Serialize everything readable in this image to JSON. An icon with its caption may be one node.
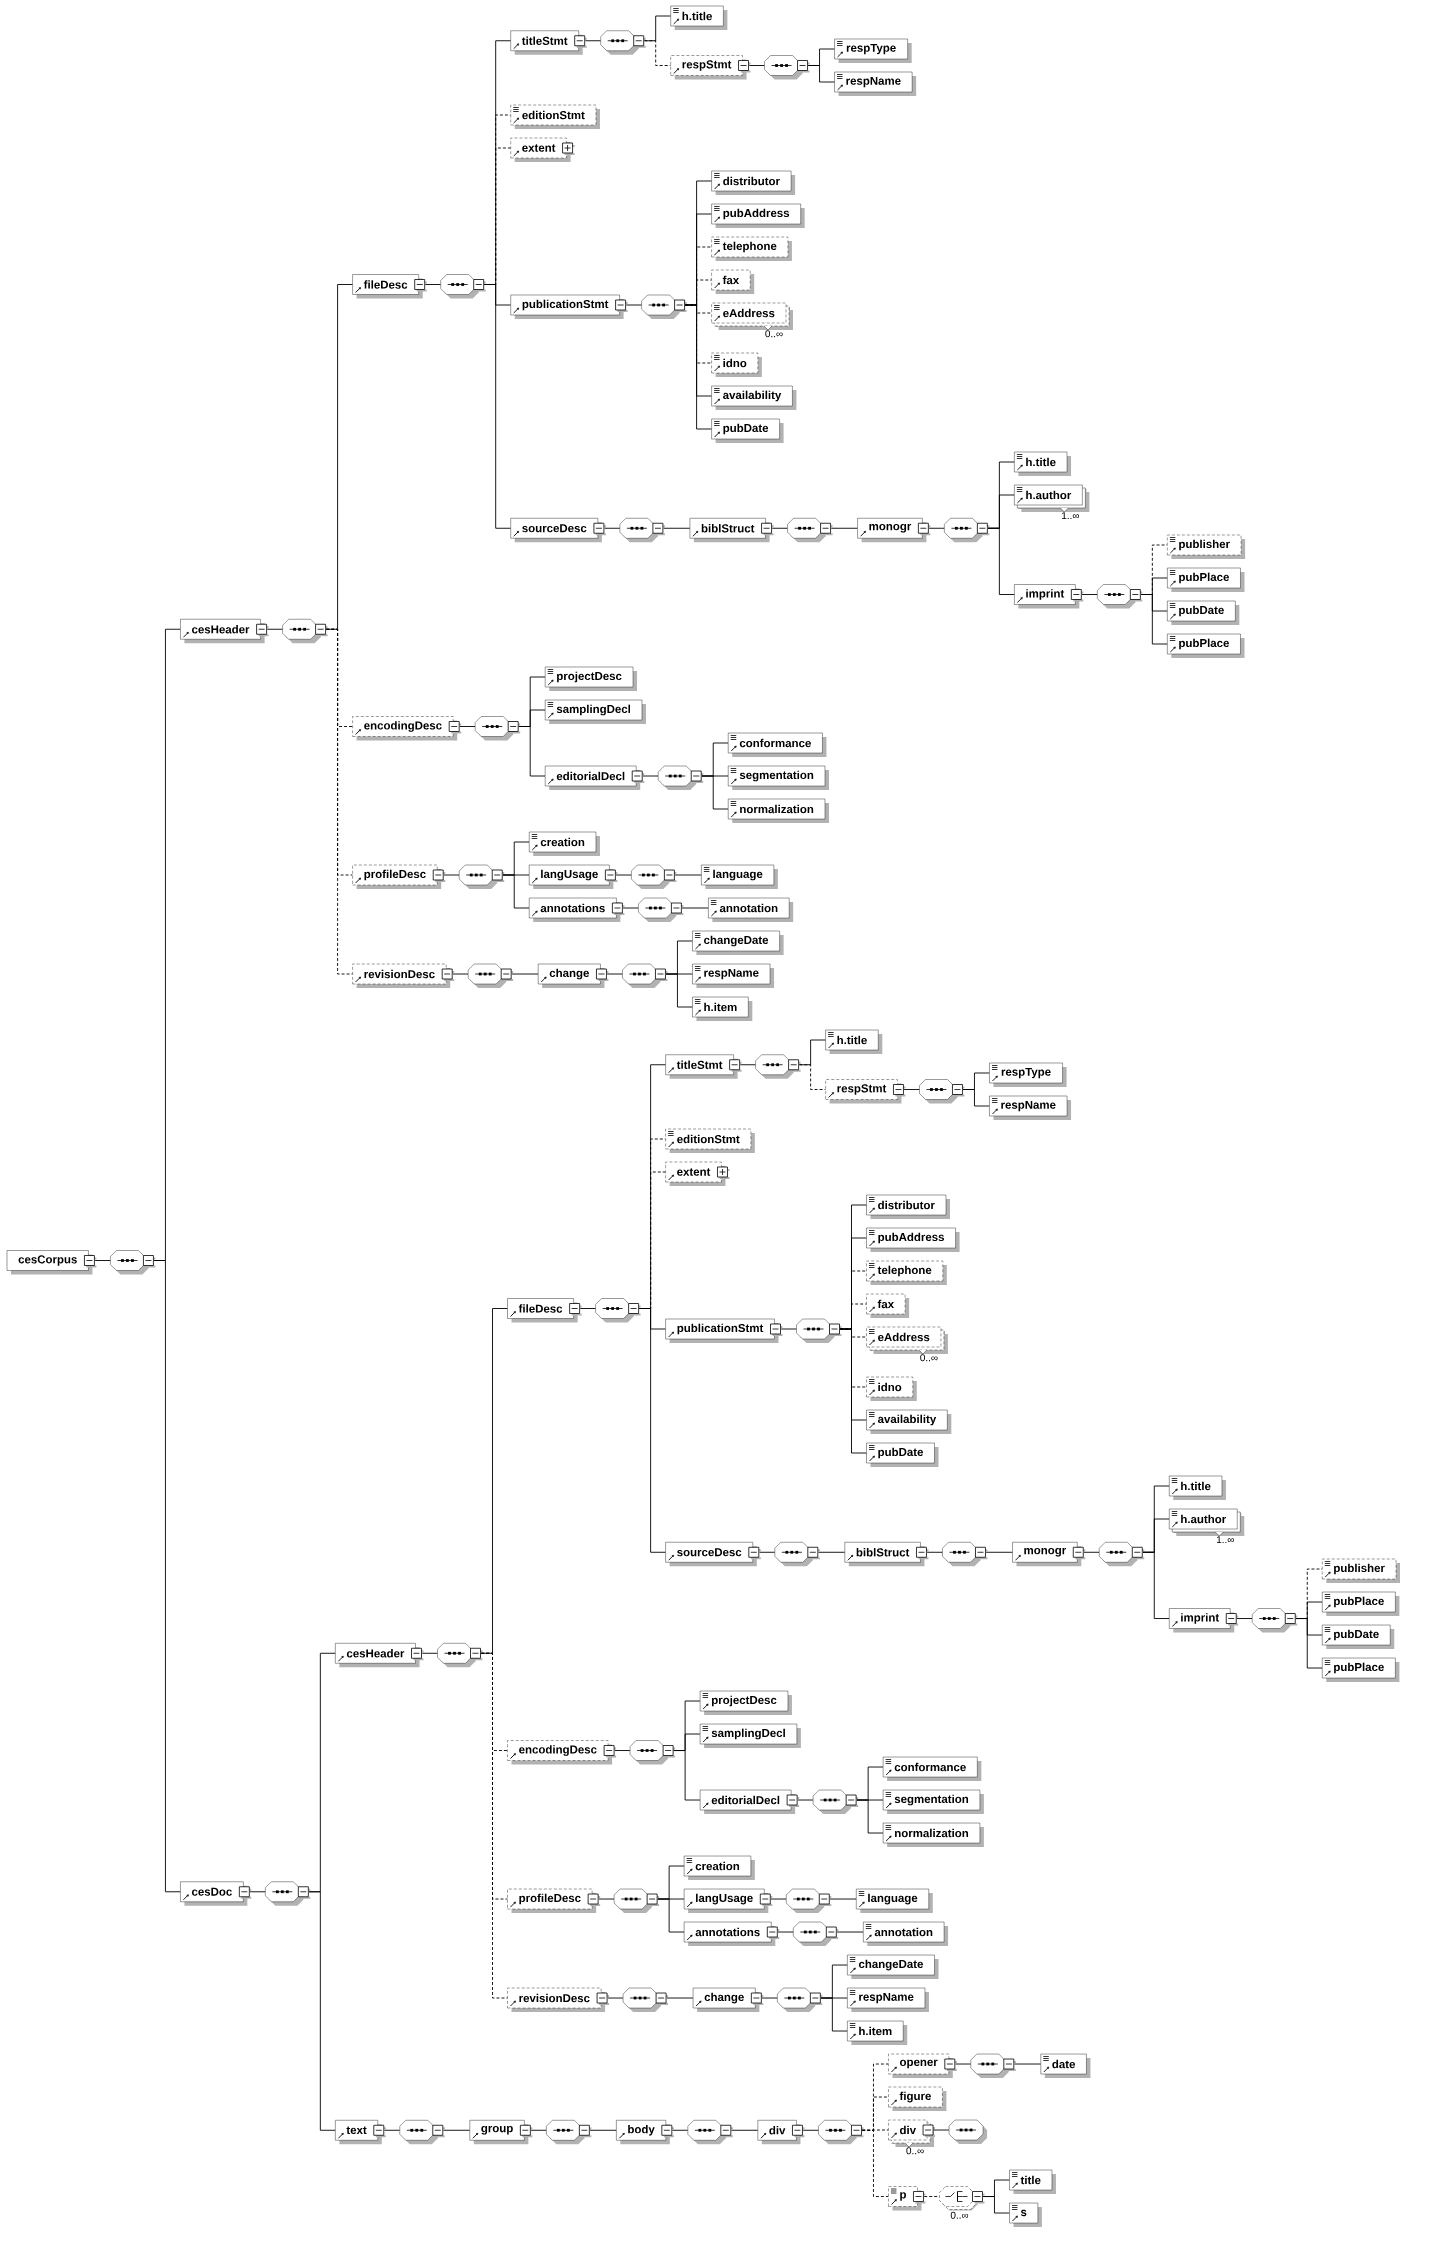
{
  "diagram": {
    "nodes": [
      {
        "text": [
          "cesCorpus"
        ]
      },
      {
        "text": [],
        "shape": "octagon"
      },
      {
        "text": [
          "cesHeader"
        ]
      },
      {
        "text": [],
        "shape": "octagon"
      },
      {
        "text": [
          "fileDesc"
        ]
      },
      {
        "text": [],
        "shape": "octagon"
      },
      {
        "text": [
          "titleStmt"
        ]
      },
      {
        "text": [],
        "shape": "octagon"
      },
      {
        "text": [
          "h.title"
        ]
      },
      {
        "text": [
          "respStmt"
        ]
      },
      {
        "text": [],
        "shape": "octagon"
      },
      {
        "text": [
          "respType"
        ]
      },
      {
        "text": [
          "respName"
        ]
      },
      {
        "text": [
          "editionStmt"
        ]
      },
      {
        "text": [
          "extent"
        ]
      },
      {
        "text": [
          "publicationStmt"
        ]
      },
      {
        "text": [],
        "shape": "octagon"
      },
      {
        "text": [
          "distributor"
        ]
      },
      {
        "text": [
          "pubAddress"
        ]
      },
      {
        "text": [
          "telephone"
        ]
      },
      {
        "text": [
          "fax"
        ]
      },
      {
        "text": [
          "eAddress"
        ],
        "beside": [
          "0..∞"
        ]
      },
      {
        "text": [
          "idno"
        ]
      },
      {
        "text": [
          "availability"
        ]
      },
      {
        "text": [
          "pubDate"
        ]
      },
      {
        "text": [
          "sourceDesc"
        ]
      },
      {
        "text": [],
        "shape": "octagon"
      },
      {
        "text": [
          "biblStruct"
        ]
      },
      {
        "text": [],
        "shape": "octagon"
      },
      {
        "text": [
          "monogr"
        ]
      },
      {
        "text": [],
        "shape": "octagon"
      },
      {
        "text": [
          "h.title"
        ]
      },
      {
        "text": [
          "h.author"
        ],
        "beside": [
          "1..∞"
        ]
      },
      {
        "text": [
          "imprint"
        ]
      },
      {
        "text": [],
        "shape": "octagon"
      },
      {
        "text": [
          "publisher"
        ]
      },
      {
        "text": [
          "pubPlace"
        ]
      },
      {
        "text": [
          "pubDate"
        ]
      },
      {
        "text": [
          "pubPlace"
        ]
      },
      {
        "text": [
          "encodingDesc"
        ]
      },
      {
        "text": [],
        "shape": "octagon"
      },
      {
        "text": [
          "projectDesc"
        ]
      },
      {
        "text": [
          "samplingDecl"
        ]
      },
      {
        "text": [
          "editorialDecl"
        ]
      },
      {
        "text": [],
        "shape": "octagon"
      },
      {
        "text": [
          "conformance"
        ]
      },
      {
        "text": [
          "segmentation"
        ]
      },
      {
        "text": [
          "normalization"
        ]
      },
      {
        "text": [
          "profileDesc"
        ]
      },
      {
        "text": [],
        "shape": "octagon"
      },
      {
        "text": [
          "creation"
        ]
      },
      {
        "text": [
          "langUsage"
        ]
      },
      {
        "text": [],
        "shape": "octagon"
      },
      {
        "text": [
          "language"
        ]
      },
      {
        "text": [
          "annotations"
        ]
      },
      {
        "text": [],
        "shape": "octagon"
      },
      {
        "text": [
          "annotation"
        ]
      },
      {
        "text": [
          "revisionDesc"
        ]
      },
      {
        "text": [],
        "shape": "octagon"
      },
      {
        "text": [
          "change"
        ]
      },
      {
        "text": [],
        "shape": "octagon"
      },
      {
        "text": [
          "changeDate"
        ]
      },
      {
        "text": [
          "respName"
        ]
      },
      {
        "text": [
          "h.item"
        ]
      },
      {
        "text": [
          "cesDoc"
        ]
      },
      {
        "text": [],
        "shape": "octagon"
      },
      {
        "text": [
          "cesHeader"
        ]
      },
      {
        "text": [],
        "shape": "octagon"
      },
      {
        "text": [
          "fileDesc"
        ]
      },
      {
        "text": [],
        "shape": "octagon"
      },
      {
        "text": [
          "titleStmt"
        ]
      },
      {
        "text": [],
        "shape": "octagon"
      },
      {
        "text": [
          "h.title"
        ]
      },
      {
        "text": [
          "respStmt"
        ]
      },
      {
        "text": [],
        "shape": "octagon"
      },
      {
        "text": [
          "respType"
        ]
      },
      {
        "text": [
          "respName"
        ]
      },
      {
        "text": [
          "editionStmt"
        ]
      },
      {
        "text": [
          "extent"
        ]
      },
      {
        "text": [
          "publicationStmt"
        ]
      },
      {
        "text": [],
        "shape": "octagon"
      },
      {
        "text": [
          "distributor"
        ]
      },
      {
        "text": [
          "pubAddress"
        ]
      },
      {
        "text": [
          "telephone"
        ]
      },
      {
        "text": [
          "fax"
        ]
      },
      {
        "text": [
          "eAddress"
        ],
        "beside": [
          "0..∞"
        ]
      },
      {
        "text": [
          "idno"
        ]
      },
      {
        "text": [
          "availability"
        ]
      },
      {
        "text": [
          "pubDate"
        ]
      },
      {
        "text": [
          "sourceDesc"
        ]
      },
      {
        "text": [],
        "shape": "octagon"
      },
      {
        "text": [
          "biblStruct"
        ]
      },
      {
        "text": [],
        "shape": "octagon"
      },
      {
        "text": [
          "monogr"
        ]
      },
      {
        "text": [],
        "shape": "octagon"
      },
      {
        "text": [
          "h.title"
        ]
      },
      {
        "text": [
          "h.author"
        ],
        "beside": [
          "1..∞"
        ]
      },
      {
        "text": [
          "imprint"
        ]
      },
      {
        "text": [],
        "shape": "octagon"
      },
      {
        "text": [
          "publisher"
        ]
      },
      {
        "text": [
          "pubPlace"
        ]
      },
      {
        "text": [
          "pubDate"
        ]
      },
      {
        "text": [
          "pubPlace"
        ]
      },
      {
        "text": [
          "encodingDesc"
        ]
      },
      {
        "text": [],
        "shape": "octagon"
      },
      {
        "text": [
          "projectDesc"
        ]
      },
      {
        "text": [
          "samplingDecl"
        ]
      },
      {
        "text": [
          "editorialDecl"
        ]
      },
      {
        "text": [],
        "shape": "octagon"
      },
      {
        "text": [
          "conformance"
        ]
      },
      {
        "text": [
          "segmentation"
        ]
      },
      {
        "text": [
          "normalization"
        ]
      },
      {
        "text": [
          "profileDesc"
        ]
      },
      {
        "text": [],
        "shape": "octagon"
      },
      {
        "text": [
          "creation"
        ]
      },
      {
        "text": [
          "langUsage"
        ]
      },
      {
        "text": [],
        "shape": "octagon"
      },
      {
        "text": [
          "language"
        ]
      },
      {
        "text": [
          "annotations"
        ]
      },
      {
        "text": [],
        "shape": "octagon"
      },
      {
        "text": [
          "annotation"
        ]
      },
      {
        "text": [
          "revisionDesc"
        ]
      },
      {
        "text": [],
        "shape": "octagon"
      },
      {
        "text": [
          "change"
        ]
      },
      {
        "text": [],
        "shape": "octagon"
      },
      {
        "text": [
          "changeDate"
        ]
      },
      {
        "text": [
          "respName"
        ]
      },
      {
        "text": [
          "h.item"
        ]
      },
      {
        "text": [
          "text"
        ]
      },
      {
        "text": [],
        "shape": "octagon"
      },
      {
        "text": [
          "group"
        ]
      },
      {
        "text": [],
        "shape": "octagon"
      },
      {
        "text": [
          "body"
        ]
      },
      {
        "text": [],
        "shape": "octagon"
      },
      {
        "text": [
          "div"
        ]
      },
      {
        "text": [],
        "shape": "octagon"
      },
      {
        "text": [
          "opener"
        ]
      },
      {
        "text": [],
        "shape": "octagon"
      },
      {
        "text": [
          "date"
        ]
      },
      {
        "text": [
          "figure"
        ]
      },
      {
        "text": [
          "div"
        ],
        "beside": [
          "0..∞"
        ]
      },
      {
        "text": [],
        "shape": "octagon"
      },
      {
        "text": [
          "p"
        ]
      },
      {
        "text": [],
        "shape": "octagon",
        "beside": [
          "0..∞"
        ]
      },
      {
        "text": [
          "title"
        ]
      },
      {
        "text": [
          "s"
        ]
      }
    ],
    "edges": [
      {
        "from": 0,
        "to": 1,
        "arrow": "none"
      },
      {
        "from": 1,
        "to": 2,
        "arrow": "none"
      },
      {
        "from": 1,
        "to": 64,
        "arrow": "none"
      },
      {
        "from": 2,
        "to": 3,
        "arrow": "none"
      },
      {
        "from": 3,
        "to": 4,
        "arrow": "none"
      },
      {
        "from": 3,
        "to": 39,
        "arrow": "none",
        "style": "dashed"
      },
      {
        "from": 3,
        "to": 48,
        "arrow": "none",
        "style": "dashed"
      },
      {
        "from": 3,
        "to": 57,
        "arrow": "none",
        "style": "dashed"
      },
      {
        "from": 4,
        "to": 5,
        "arrow": "none"
      },
      {
        "from": 5,
        "to": 6,
        "arrow": "none"
      },
      {
        "from": 5,
        "to": 13,
        "arrow": "none",
        "style": "dashed"
      },
      {
        "from": 5,
        "to": 14,
        "arrow": "none",
        "style": "dashed"
      },
      {
        "from": 5,
        "to": 15,
        "arrow": "none"
      },
      {
        "from": 5,
        "to": 25,
        "arrow": "none"
      },
      {
        "from": 6,
        "to": 7,
        "arrow": "none"
      },
      {
        "from": 7,
        "to": 8,
        "arrow": "none"
      },
      {
        "from": 7,
        "to": 9,
        "arrow": "none",
        "style": "dashed"
      },
      {
        "from": 9,
        "to": 10,
        "arrow": "none"
      },
      {
        "from": 10,
        "to": 11,
        "arrow": "none"
      },
      {
        "from": 10,
        "to": 12,
        "arrow": "none"
      },
      {
        "from": 15,
        "to": 16,
        "arrow": "none"
      },
      {
        "from": 16,
        "to": 17,
        "arrow": "none"
      },
      {
        "from": 16,
        "to": 18,
        "arrow": "none"
      },
      {
        "from": 16,
        "to": 19,
        "arrow": "none",
        "style": "dashed"
      },
      {
        "from": 16,
        "to": 20,
        "arrow": "none",
        "style": "dashed"
      },
      {
        "from": 16,
        "to": 21,
        "arrow": "none",
        "style": "dashed"
      },
      {
        "from": 16,
        "to": 22,
        "arrow": "none",
        "style": "dashed"
      },
      {
        "from": 16,
        "to": 23,
        "arrow": "none"
      },
      {
        "from": 16,
        "to": 24,
        "arrow": "none"
      },
      {
        "from": 25,
        "to": 26,
        "arrow": "none"
      },
      {
        "from": 26,
        "to": 27,
        "arrow": "none"
      },
      {
        "from": 27,
        "to": 28,
        "arrow": "none"
      },
      {
        "from": 28,
        "to": 29,
        "arrow": "none"
      },
      {
        "from": 29,
        "to": 30,
        "arrow": "none"
      },
      {
        "from": 30,
        "to": 31,
        "arrow": "none"
      },
      {
        "from": 30,
        "to": 32,
        "arrow": "none"
      },
      {
        "from": 30,
        "to": 33,
        "arrow": "none"
      },
      {
        "from": 33,
        "to": 34,
        "arrow": "none"
      },
      {
        "from": 34,
        "to": 35,
        "arrow": "none",
        "style": "dashed"
      },
      {
        "from": 34,
        "to": 36,
        "arrow": "none"
      },
      {
        "from": 34,
        "to": 37,
        "arrow": "none"
      },
      {
        "from": 34,
        "to": 38,
        "arrow": "none"
      },
      {
        "from": 39,
        "to": 40,
        "arrow": "none"
      },
      {
        "from": 40,
        "to": 41,
        "arrow": "none"
      },
      {
        "from": 40,
        "to": 42,
        "arrow": "none"
      },
      {
        "from": 40,
        "to": 43,
        "arrow": "none"
      },
      {
        "from": 43,
        "to": 44,
        "arrow": "none"
      },
      {
        "from": 44,
        "to": 45,
        "arrow": "none"
      },
      {
        "from": 44,
        "to": 46,
        "arrow": "none"
      },
      {
        "from": 44,
        "to": 47,
        "arrow": "none"
      },
      {
        "from": 48,
        "to": 49,
        "arrow": "none"
      },
      {
        "from": 49,
        "to": 50,
        "arrow": "none"
      },
      {
        "from": 49,
        "to": 51,
        "arrow": "none"
      },
      {
        "from": 49,
        "to": 54,
        "arrow": "none"
      },
      {
        "from": 51,
        "to": 52,
        "arrow": "none"
      },
      {
        "from": 52,
        "to": 53,
        "arrow": "none"
      },
      {
        "from": 54,
        "to": 55,
        "arrow": "none"
      },
      {
        "from": 55,
        "to": 56,
        "arrow": "none"
      },
      {
        "from": 57,
        "to": 58,
        "arrow": "none"
      },
      {
        "from": 58,
        "to": 59,
        "arrow": "none"
      },
      {
        "from": 59,
        "to": 60,
        "arrow": "none"
      },
      {
        "from": 60,
        "to": 61,
        "arrow": "none"
      },
      {
        "from": 60,
        "to": 62,
        "arrow": "none"
      },
      {
        "from": 60,
        "to": 63,
        "arrow": "none"
      },
      {
        "from": 64,
        "to": 65,
        "arrow": "none"
      },
      {
        "from": 65,
        "to": 66,
        "arrow": "none"
      },
      {
        "from": 65,
        "to": 128,
        "arrow": "none"
      },
      {
        "from": 66,
        "to": 67,
        "arrow": "none"
      },
      {
        "from": 67,
        "to": 68,
        "arrow": "none"
      },
      {
        "from": 67,
        "to": 103,
        "arrow": "none",
        "style": "dashed"
      },
      {
        "from": 67,
        "to": 112,
        "arrow": "none",
        "style": "dashed"
      },
      {
        "from": 67,
        "to": 121,
        "arrow": "none",
        "style": "dashed"
      },
      {
        "from": 68,
        "to": 69,
        "arrow": "none"
      },
      {
        "from": 69,
        "to": 70,
        "arrow": "none"
      },
      {
        "from": 69,
        "to": 77,
        "arrow": "none",
        "style": "dashed"
      },
      {
        "from": 69,
        "to": 78,
        "arrow": "none",
        "style": "dashed"
      },
      {
        "from": 69,
        "to": 79,
        "arrow": "none"
      },
      {
        "from": 69,
        "to": 89,
        "arrow": "none"
      },
      {
        "from": 70,
        "to": 71,
        "arrow": "none"
      },
      {
        "from": 71,
        "to": 72,
        "arrow": "none"
      },
      {
        "from": 71,
        "to": 73,
        "arrow": "none",
        "style": "dashed"
      },
      {
        "from": 73,
        "to": 74,
        "arrow": "none"
      },
      {
        "from": 74,
        "to": 75,
        "arrow": "none"
      },
      {
        "from": 74,
        "to": 76,
        "arrow": "none"
      },
      {
        "from": 79,
        "to": 80,
        "arrow": "none"
      },
      {
        "from": 80,
        "to": 81,
        "arrow": "none"
      },
      {
        "from": 80,
        "to": 82,
        "arrow": "none"
      },
      {
        "from": 80,
        "to": 83,
        "arrow": "none",
        "style": "dashed"
      },
      {
        "from": 80,
        "to": 84,
        "arrow": "none",
        "style": "dashed"
      },
      {
        "from": 80,
        "to": 85,
        "arrow": "none",
        "style": "dashed"
      },
      {
        "from": 80,
        "to": 86,
        "arrow": "none",
        "style": "dashed"
      },
      {
        "from": 80,
        "to": 87,
        "arrow": "none"
      },
      {
        "from": 80,
        "to": 88,
        "arrow": "none"
      },
      {
        "from": 89,
        "to": 90,
        "arrow": "none"
      },
      {
        "from": 90,
        "to": 91,
        "arrow": "none"
      },
      {
        "from": 91,
        "to": 92,
        "arrow": "none"
      },
      {
        "from": 92,
        "to": 93,
        "arrow": "none"
      },
      {
        "from": 93,
        "to": 94,
        "arrow": "none"
      },
      {
        "from": 94,
        "to": 95,
        "arrow": "none"
      },
      {
        "from": 94,
        "to": 96,
        "arrow": "none"
      },
      {
        "from": 94,
        "to": 97,
        "arrow": "none"
      },
      {
        "from": 97,
        "to": 98,
        "arrow": "none"
      },
      {
        "from": 98,
        "to": 99,
        "arrow": "none",
        "style": "dashed"
      },
      {
        "from": 98,
        "to": 100,
        "arrow": "none"
      },
      {
        "from": 98,
        "to": 101,
        "arrow": "none"
      },
      {
        "from": 98,
        "to": 102,
        "arrow": "none"
      },
      {
        "from": 103,
        "to": 104,
        "arrow": "none"
      },
      {
        "from": 104,
        "to": 105,
        "arrow": "none"
      },
      {
        "from": 104,
        "to": 106,
        "arrow": "none"
      },
      {
        "from": 104,
        "to": 107,
        "arrow": "none"
      },
      {
        "from": 107,
        "to": 108,
        "arrow": "none"
      },
      {
        "from": 108,
        "to": 109,
        "arrow": "none"
      },
      {
        "from": 108,
        "to": 110,
        "arrow": "none"
      },
      {
        "from": 108,
        "to": 111,
        "arrow": "none"
      },
      {
        "from": 112,
        "to": 113,
        "arrow": "none"
      },
      {
        "from": 113,
        "to": 114,
        "arrow": "none"
      },
      {
        "from": 113,
        "to": 115,
        "arrow": "none"
      },
      {
        "from": 113,
        "to": 118,
        "arrow": "none"
      },
      {
        "from": 115,
        "to": 116,
        "arrow": "none"
      },
      {
        "from": 116,
        "to": 117,
        "arrow": "none"
      },
      {
        "from": 118,
        "to": 119,
        "arrow": "none"
      },
      {
        "from": 119,
        "to": 120,
        "arrow": "none"
      },
      {
        "from": 121,
        "to": 122,
        "arrow": "none"
      },
      {
        "from": 122,
        "to": 123,
        "arrow": "none"
      },
      {
        "from": 123,
        "to": 124,
        "arrow": "none"
      },
      {
        "from": 124,
        "to": 125,
        "arrow": "none"
      },
      {
        "from": 124,
        "to": 126,
        "arrow": "none"
      },
      {
        "from": 124,
        "to": 127,
        "arrow": "none"
      },
      {
        "from": 128,
        "to": 129,
        "arrow": "none"
      },
      {
        "from": 129,
        "to": 130,
        "arrow": "none"
      },
      {
        "from": 130,
        "to": 131,
        "arrow": "none"
      },
      {
        "from": 131,
        "to": 132,
        "arrow": "none"
      },
      {
        "from": 132,
        "to": 133,
        "arrow": "none"
      },
      {
        "from": 133,
        "to": 134,
        "arrow": "none"
      },
      {
        "from": 134,
        "to": 135,
        "arrow": "none"
      },
      {
        "from": 135,
        "to": 136,
        "arrow": "none",
        "style": "dashed"
      },
      {
        "from": 135,
        "to": 139,
        "arrow": "none",
        "style": "dashed"
      },
      {
        "from": 135,
        "to": 140,
        "arrow": "none",
        "style": "dashed"
      },
      {
        "from": 135,
        "to": 142,
        "arrow": "none",
        "style": "dashed"
      },
      {
        "from": 136,
        "to": 137,
        "arrow": "none"
      },
      {
        "from": 137,
        "to": 138,
        "arrow": "none"
      },
      {
        "from": 140,
        "to": 141,
        "arrow": "none"
      },
      {
        "from": 142,
        "to": 143,
        "arrow": "none",
        "style": "dashed"
      },
      {
        "from": 143,
        "to": 144,
        "arrow": "none"
      },
      {
        "from": 143,
        "to": 145,
        "arrow": "none"
      }
    ]
  }
}
